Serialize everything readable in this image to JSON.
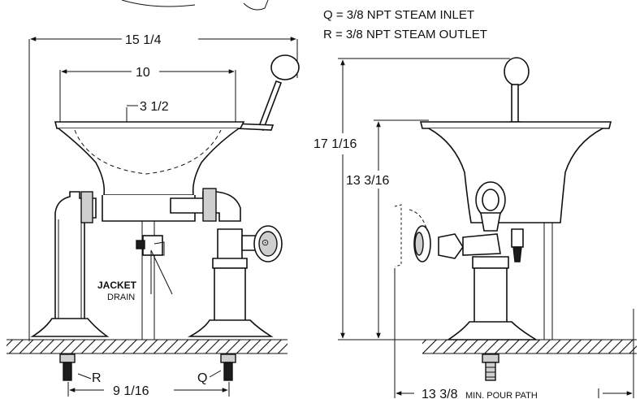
{
  "legend": {
    "q": "Q = 3/8 NPT STEAM INLET",
    "r": "R = 3/8 NPT STEAM OUTLET"
  },
  "front_view": {
    "overall_width": "15 1/4",
    "bowl_diameter": "10",
    "bowl_depth": "3 1/2",
    "port_spacing": "9 1/16",
    "drain_label_1": "JACKET",
    "drain_label_2": "DRAIN",
    "port_r": "R",
    "port_q": "Q"
  },
  "side_view": {
    "overall_height": "17 1/16",
    "bowl_height": "13 3/16",
    "pour_path_value": "13 3/8",
    "pour_path_note": "MIN. POUR PATH"
  }
}
